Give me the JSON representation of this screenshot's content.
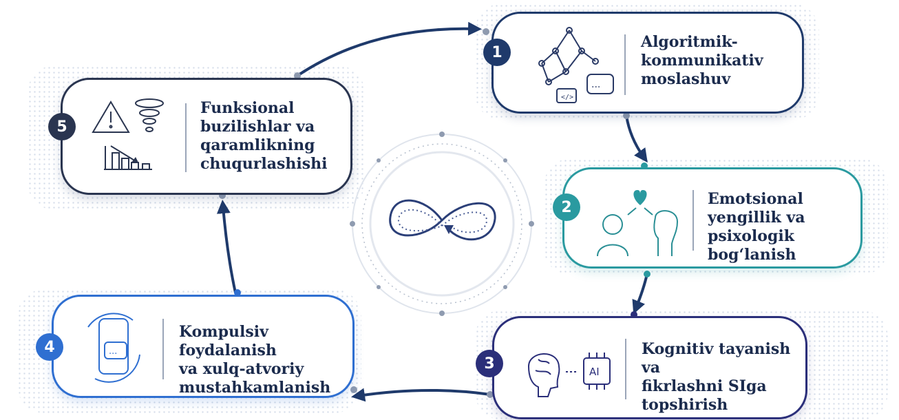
{
  "steps": [
    {
      "number": "1",
      "lines": [
        "Algoritmik-",
        "kommunikativ",
        "moslashuv"
      ],
      "icon": "network-chat-icon",
      "color": "#1f3a6b"
    },
    {
      "number": "2",
      "lines": [
        "Emotsional",
        "yengillik va",
        "psixologik bog‘lanish"
      ],
      "icon": "human-ai-heart-icon",
      "color": "#2a9aa0"
    },
    {
      "number": "3",
      "lines": [
        "Kognitiv tayanish va",
        "fikrlashni SIga",
        "topshirish"
      ],
      "icon": "brain-ai-chip-icon",
      "color": "#2b2f7a"
    },
    {
      "number": "4",
      "lines": [
        "Kompulsiv foydalanish",
        "va xulq-atvoriy",
        "mustahkamlanish"
      ],
      "icon": "phone-chat-icon",
      "color": "#2f6fd1"
    },
    {
      "number": "5",
      "lines": [
        "Funksional",
        "buzilishlar va",
        "qaramlikning",
        "chuqurlashishi"
      ],
      "icon": "warning-decline-icon",
      "color": "#2a3550"
    }
  ],
  "center": {
    "icon": "infinity-loop-icon"
  },
  "chip_label": "AI"
}
